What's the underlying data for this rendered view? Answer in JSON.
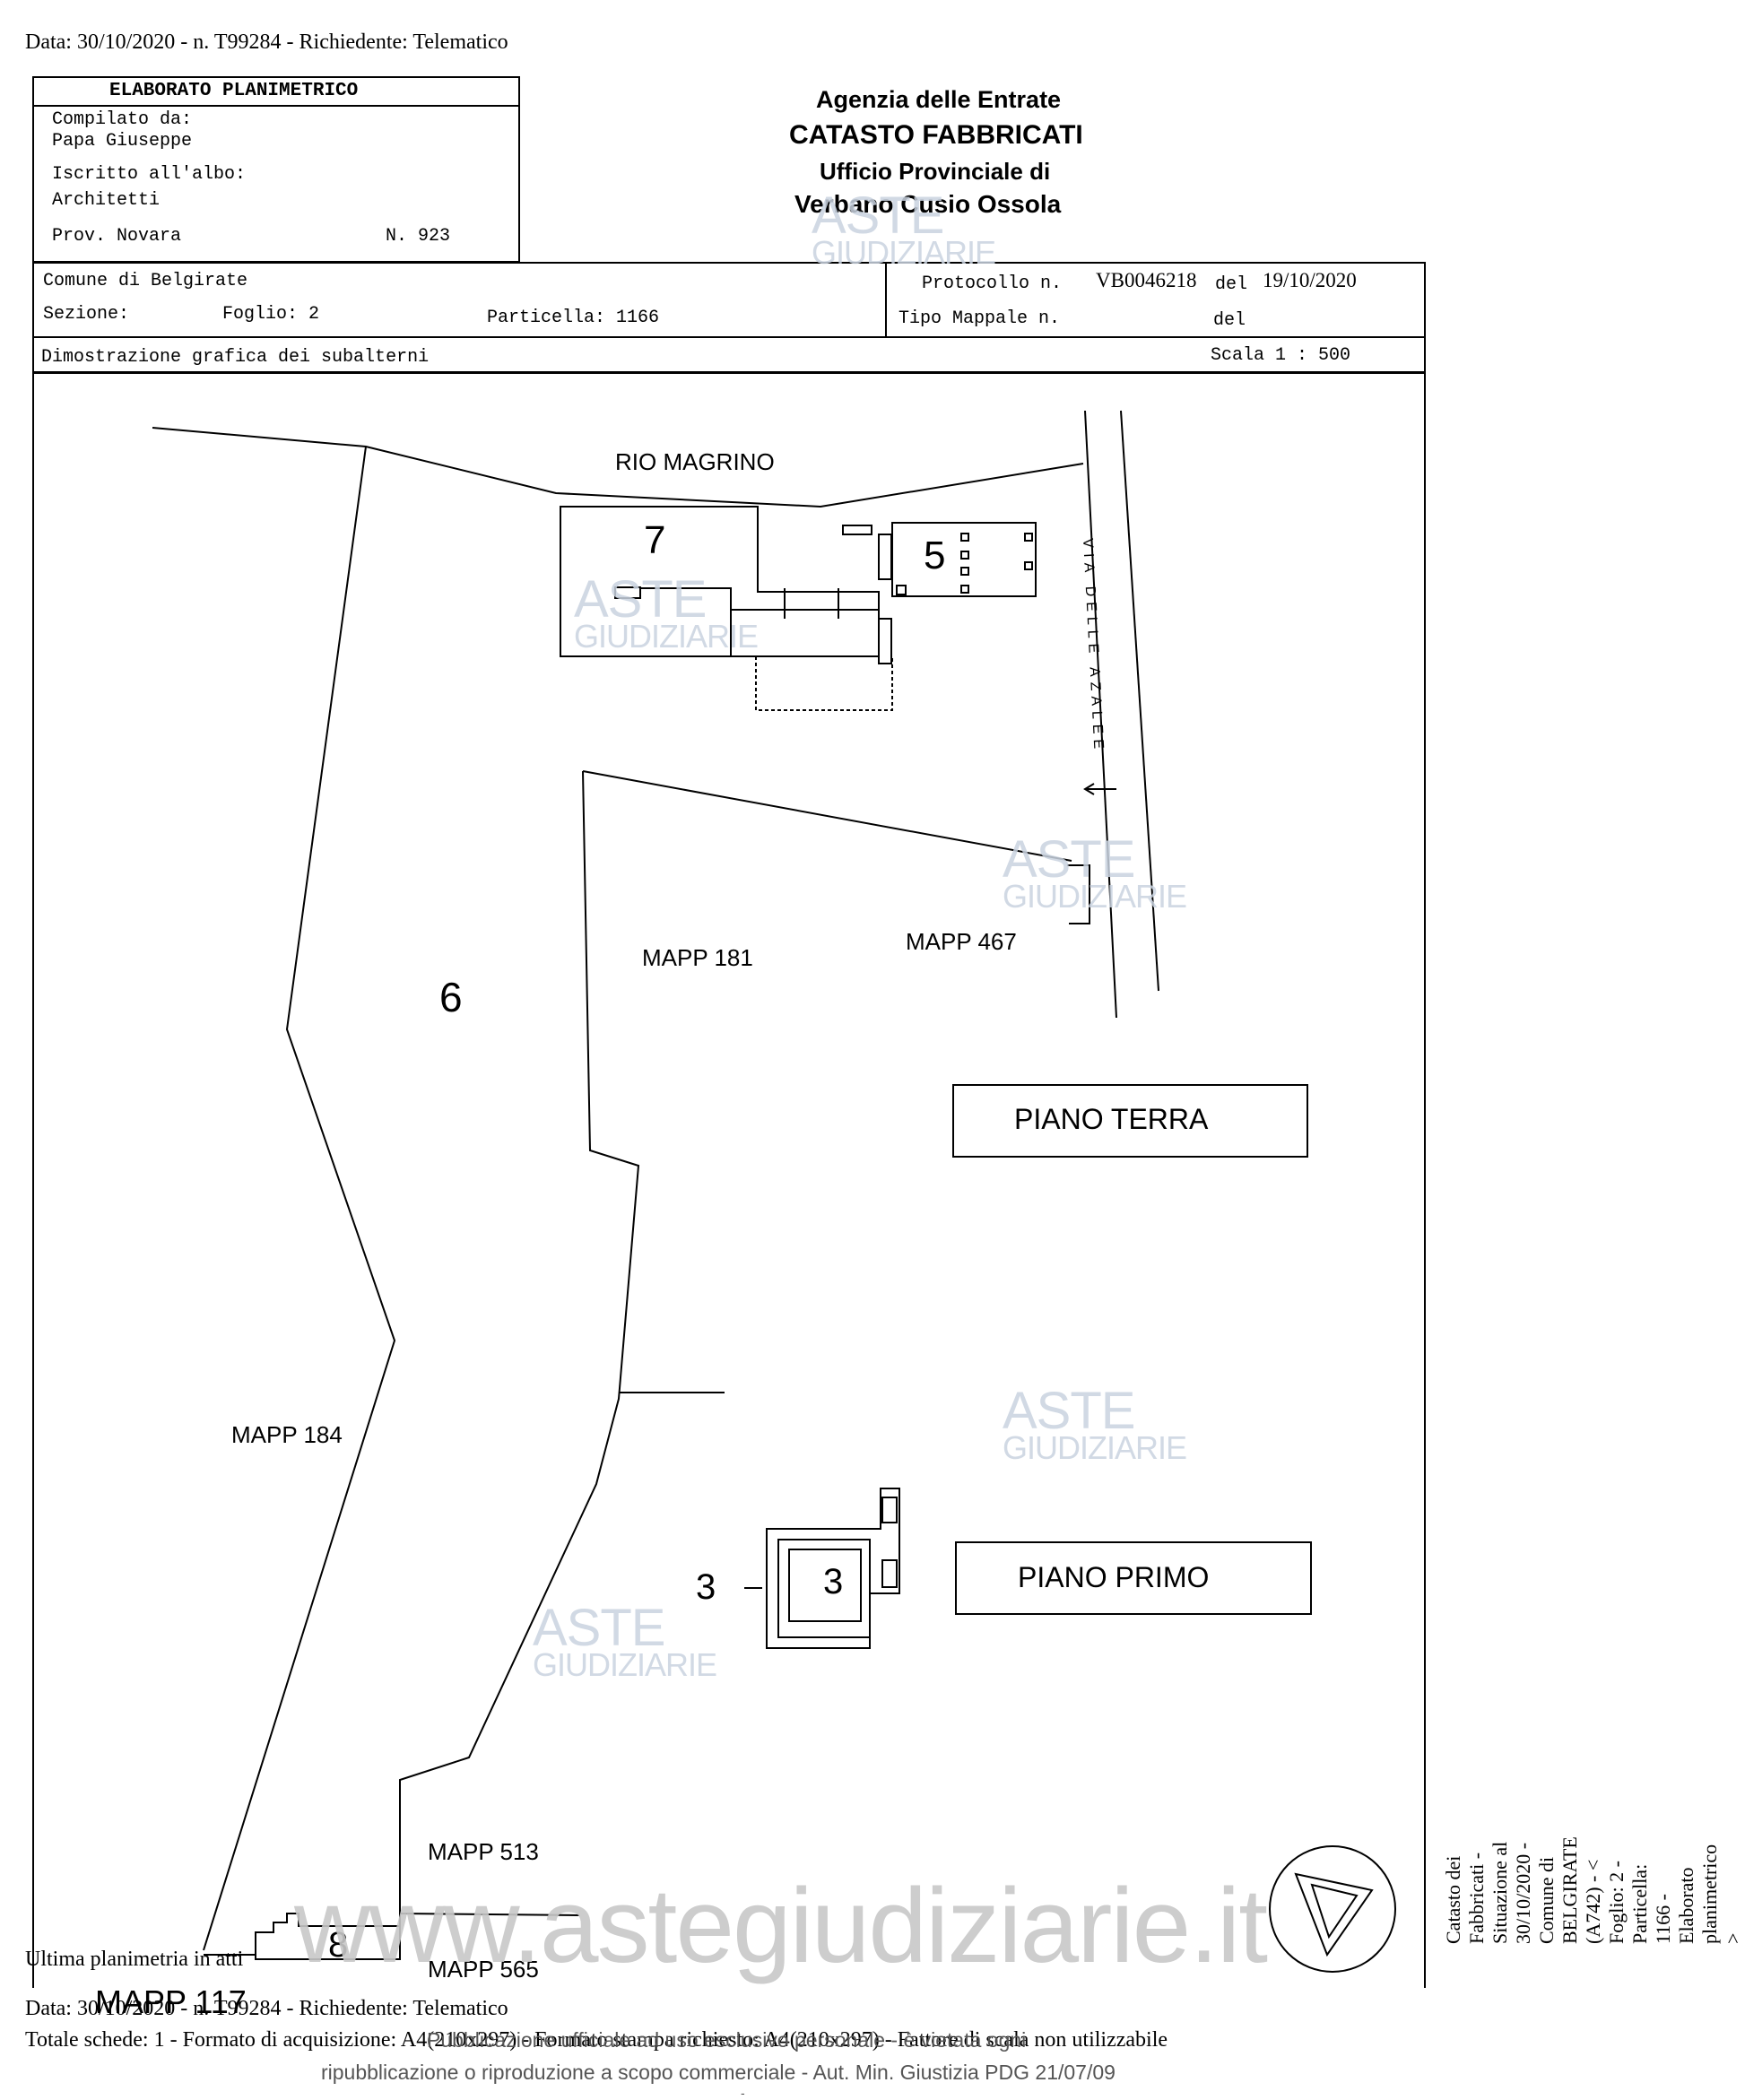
{
  "header": {
    "top_line": "Data: 30/10/2020 - n. T99284 - Richiedente: Telematico"
  },
  "elaborato": {
    "title": "ELABORATO PLANIMETRICO",
    "compilato_label": "Compilato da:",
    "compilato_name": "Papa Giuseppe",
    "iscritto_label": "Iscritto all'albo:",
    "iscritto_value": "Architetti",
    "prov_label": "Prov. Novara",
    "prov_number": "N. 923"
  },
  "agency": {
    "line1": "Agenzia delle Entrate",
    "line2": "CATASTO FABBRICATI",
    "line3": "Ufficio Provinciale di",
    "line4": "Verbano Cusio Ossola"
  },
  "info": {
    "comune": "Comune di Belgirate",
    "sezione_label": "Sezione:",
    "foglio": "Foglio: 2",
    "particella": "Particella: 1166",
    "protocollo_label": "Protocollo n.",
    "protocollo_value": "VB0046218",
    "del1_label": "del",
    "del1_value": "19/10/2020",
    "tipo_label": "Tipo Mappale n.",
    "del2_label": "del",
    "dimostrazione": "Dimostrazione grafica dei subalterni",
    "scala": "Scala 1 : 500"
  },
  "map": {
    "rio": "RIO MAGRINO",
    "via": "VIA DELLE AZALEE",
    "sub7": "7",
    "sub5": "5",
    "sub6": "6",
    "sub3a": "3",
    "sub3b": "3",
    "sub8": "8",
    "mapp181": "MAPP 181",
    "mapp467": "MAPP 467",
    "mapp184": "MAPP 184",
    "mapp513": "MAPP 513",
    "mapp565": "MAPP 565",
    "mapp117": "MAPP 117",
    "piano_terra": "PIANO TERRA",
    "piano_primo": "PIANO PRIMO"
  },
  "watermark": {
    "aste": "ASTE",
    "giudiziarie": "GIUDIZIARIE",
    "site": "www.astegiudiziarie.it"
  },
  "side_text": "Catasto dei Fabbricati - Situazione al 30/10/2020 - Comune di BELGIRATE (A742) - < Foglio: 2 - Particella: 1166 - Elaborato planimetrico >",
  "footer": {
    "ultima": "Ultima planimetria in atti",
    "data_line": "Data: 30/10/2020 - n. T99284 - Richiedente: Telematico",
    "totale": "Totale schede: 1 - Formato di acquisizione: A4(210x297) - Formato stampa richiesto: A4(210x297) - Fattore di scala non utilizzabile",
    "pubblicazione": "Pubblicazione ufficiale ad uso esclusivo personale - è vietata ogni",
    "ripubblicazione": "ripubblicazione o riproduzione a scopo commerciale - Aut. Min. Giustizia PDG 21/07/09",
    "dash": "-"
  }
}
